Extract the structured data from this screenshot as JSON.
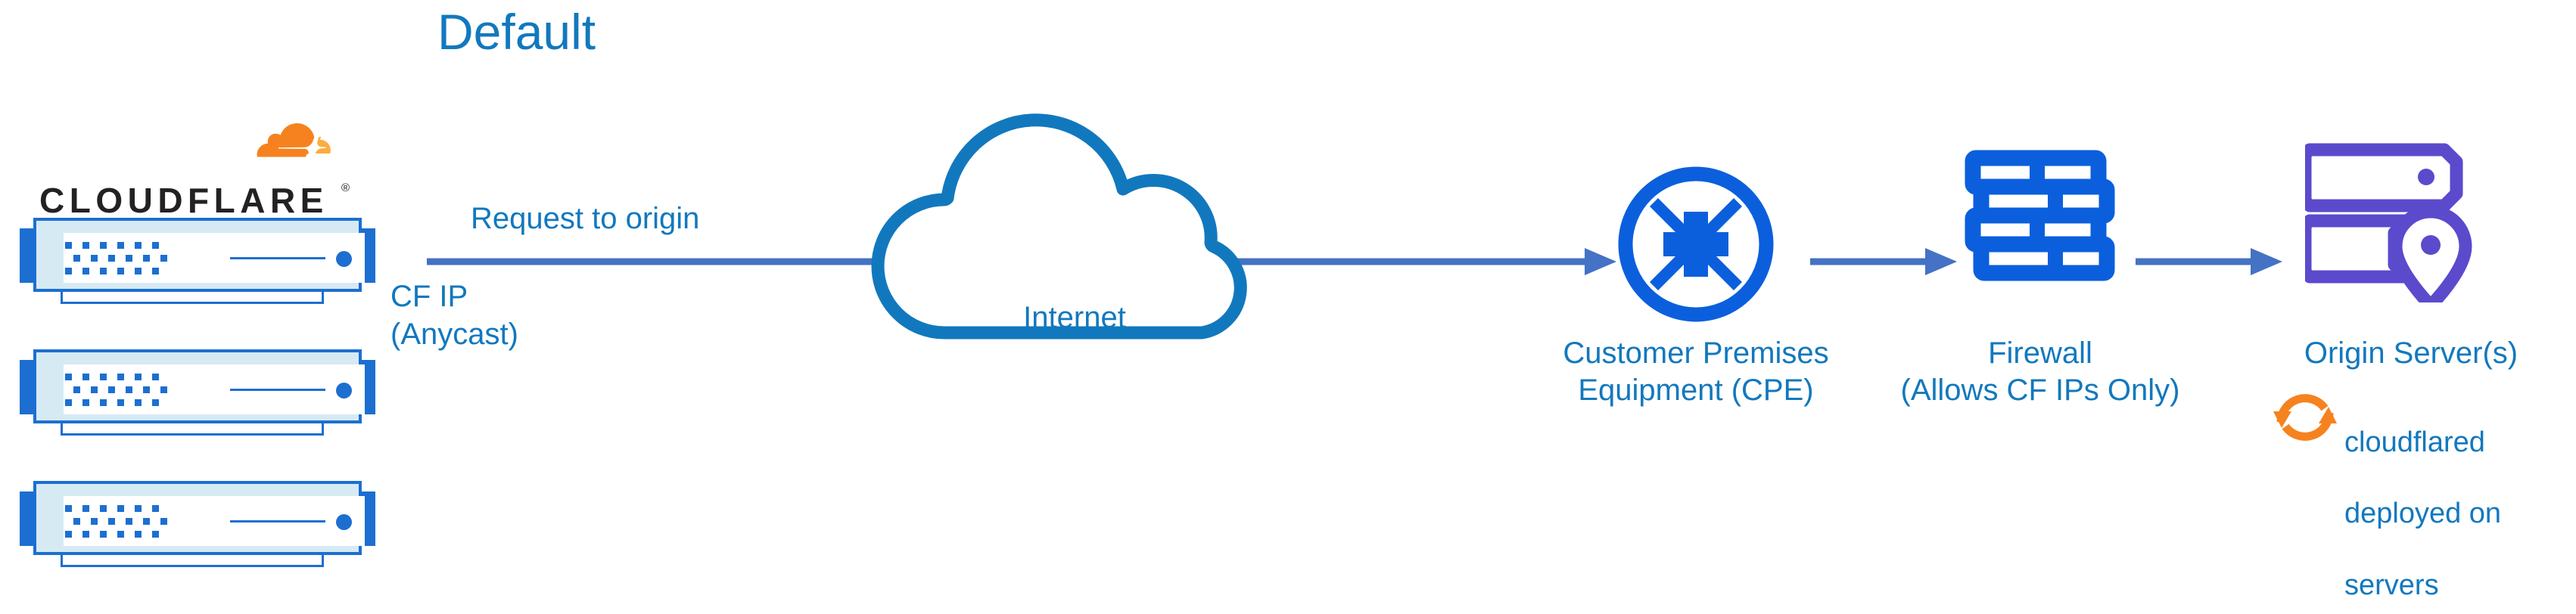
{
  "diagram": {
    "title": "Default",
    "title_color": "#1278BE",
    "background": "#ffffff",
    "accent_blue": "#1278BE",
    "icon_blue": "#0B5FDD",
    "arrow_blue": "#4472C4",
    "origin_purple": "#5B4ACC",
    "cloudflare_orange": "#F6821F",
    "cloudflare_orange_light": "#FBAD41"
  },
  "brand": {
    "wordmark": "CLOUDFLARE",
    "registered_mark": "®",
    "logo_icon": "cloudflare-cloud-logo"
  },
  "edge_stack": {
    "device_icon": "network-switch-icon",
    "device_count": 3,
    "caption_line1": "CF IP",
    "caption_line2": "(Anycast)"
  },
  "flow": {
    "main_arrow_label": "Request to origin",
    "arrows": [
      {
        "name": "edge-to-cpe",
        "label": "Request to origin"
      },
      {
        "name": "cpe-to-firewall",
        "label": ""
      },
      {
        "name": "firewall-to-origin",
        "label": ""
      }
    ]
  },
  "nodes": [
    {
      "id": "internet",
      "icon": "cloud-outline-icon",
      "label": "Internet",
      "label_position": "inside"
    },
    {
      "id": "cpe",
      "icon": "router-icon",
      "label_line1": "Customer Premises",
      "label_line2": "Equipment (CPE)"
    },
    {
      "id": "firewall",
      "icon": "brick-wall-icon",
      "label_line1": "Firewall",
      "label_line2": "(Allows CF IPs Only)"
    },
    {
      "id": "origin",
      "icon": "server-rack-pin-icon",
      "label_line1": "Origin Server(s)",
      "label_line2": ""
    }
  ],
  "annotation": {
    "icon": "sync-arrows-icon",
    "icon_color": "#F6821F",
    "text_line1": "cloudflared",
    "text_line2": "deployed on",
    "text_line3": "servers"
  }
}
